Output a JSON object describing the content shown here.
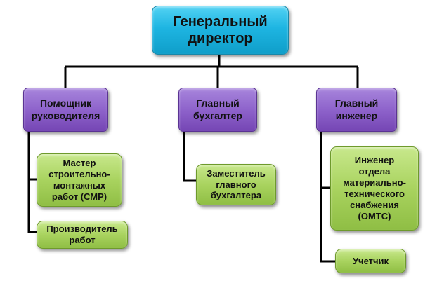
{
  "chart_title": "",
  "nodes": {
    "ceo": "Генеральный\nдиректор",
    "assistant": "Помощник\nруководителя",
    "chief_accountant": "Главный\nбухгалтер",
    "chief_engineer": "Главный\nинженер",
    "master_smr": "Мастер\nстроительно-\nмонтажных\nработ (СМР)",
    "works_producer": "Производитель\nработ",
    "deputy_accountant": "Заместитель\nглавного\nбухгалтера",
    "omts_engineer": "Инженер\nотдела\nматериально-\nтехнического\nснабжения\n(ОМТС)",
    "accountant": "Учетчик"
  },
  "colors": {
    "top_level": "#1eb5e2",
    "second_level": "#8e63cb",
    "third_level": "#a9d35f",
    "connector": "#000000"
  }
}
